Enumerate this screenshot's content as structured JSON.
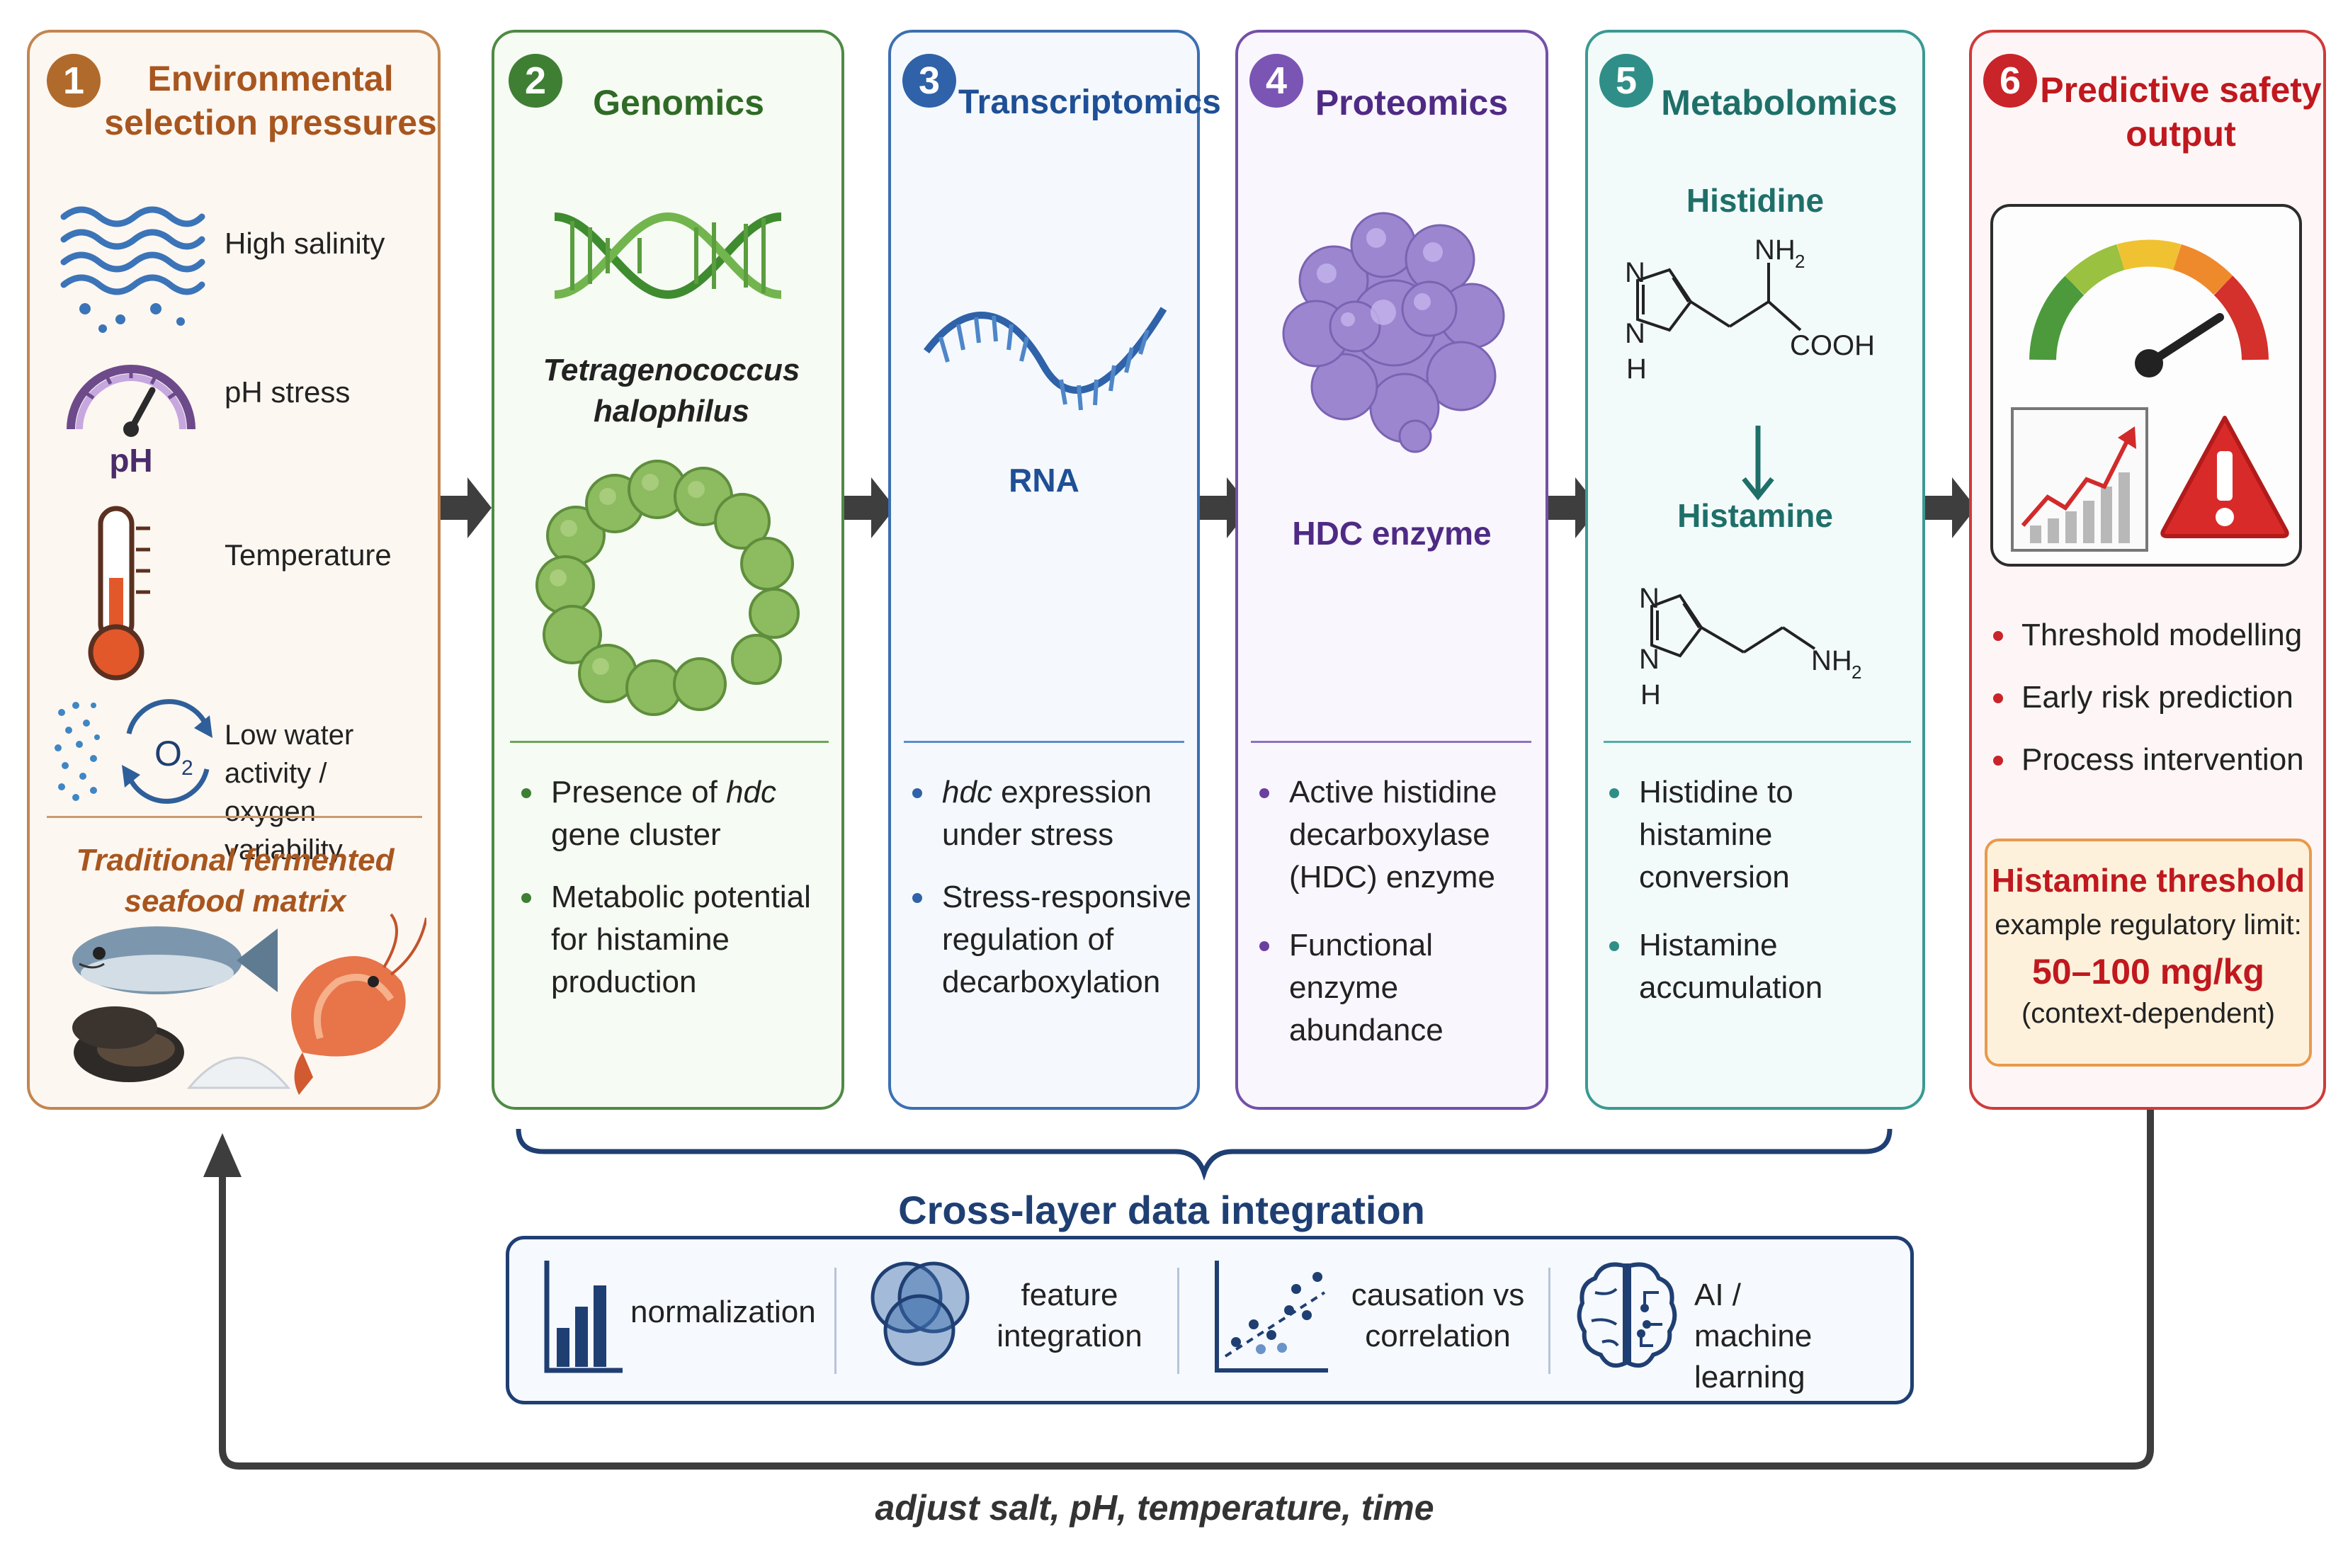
{
  "colors": {
    "env": "#b06a2c",
    "env_bg": "#fdf7f1",
    "genomics": "#3f7f34",
    "genomics_bg": "#f6fbf3",
    "transcriptomics": "#2f62a8",
    "transcriptomics_bg": "#f5f9fe",
    "proteomics": "#6a3fa0",
    "proteomics_bg": "#f9f6fd",
    "metabolomics": "#2f8f88",
    "metabolomics_bg": "#f3fbfa",
    "safety": "#c8242a",
    "safety_bg": "#fef6f6",
    "integration": "#1f3f73",
    "feedback": "#3d3d3d"
  },
  "panel1": {
    "number": "1",
    "title_line1": "Environmental",
    "title_line2": "selection pressures",
    "factors": [
      "High salinity",
      "pH stress",
      "Temperature",
      "Low water activity /",
      "oxygen variability"
    ],
    "ph_icon_text": "pH",
    "o2_main": "O",
    "o2_sub": "2",
    "matrix_line1": "Traditional fermented",
    "matrix_line2": "seafood matrix",
    "icons": [
      "wave-icon",
      "ph-gauge-icon",
      "thermometer-icon",
      "oxygen-cycle-icon",
      "seafood-illustration"
    ]
  },
  "panel2": {
    "number": "2",
    "title": "Genomics",
    "organism_line1": "Tetragenococcus",
    "organism_line2": "halophilus",
    "b1_pre": "Presence of ",
    "b1_em": "hdc",
    "b1_line2": "gene cluster",
    "b2_lines": [
      "Metabolic potential",
      "for histamine",
      "production"
    ]
  },
  "panel3": {
    "number": "3",
    "title": "Transcriptomics",
    "rna_label": "RNA",
    "b1_em": "hdc",
    "b1_post": " expression",
    "b1_line2": "under stress",
    "b2_lines": [
      "Stress-responsive",
      "regulation of",
      "decarboxylation"
    ]
  },
  "panel4": {
    "number": "4",
    "title": "Proteomics",
    "enzyme_label": "HDC enzyme",
    "b1_lines": [
      "Active histidine",
      "decarboxylase",
      "(HDC) enzyme"
    ],
    "b2_lines": [
      "Functional enzyme",
      "abundance"
    ]
  },
  "panel5": {
    "number": "5",
    "title": "Metabolomics",
    "histidine_label": "Histidine",
    "histamine_label": "Histamine",
    "atoms": {
      "n": "N",
      "nh": "N",
      "h": "H",
      "nh2_main": "NH",
      "nh2_sub": "2",
      "cooh": "COOH"
    },
    "b1_lines": [
      "Histidine to",
      "histamine",
      "conversion"
    ],
    "b2_lines": [
      "Histamine",
      "accumulation"
    ]
  },
  "panel6": {
    "number": "6",
    "title_line1": "Predictive safety",
    "title_line2": "output",
    "bullets": [
      "Threshold modelling",
      "Early risk prediction",
      "Process intervention"
    ],
    "threshold_title": "Histamine threshold",
    "threshold_sub": "example regulatory limit:",
    "threshold_value": "50–100 mg/kg",
    "threshold_note": "(context-dependent)"
  },
  "integration": {
    "title": "Cross-layer data integration",
    "items": [
      {
        "line1": "normalization",
        "line2": "",
        "icon": "bar-chart-icon"
      },
      {
        "line1": "feature",
        "line2": "integration",
        "icon": "venn-diagram-icon"
      },
      {
        "line1": "causation vs",
        "line2": "correlation",
        "icon": "scatter-plot-icon"
      },
      {
        "line1": "AI /",
        "line2": "machine learning",
        "icon": "brain-circuit-icon"
      }
    ]
  },
  "feedback": {
    "label": "adjust salt, pH, temperature, time"
  }
}
